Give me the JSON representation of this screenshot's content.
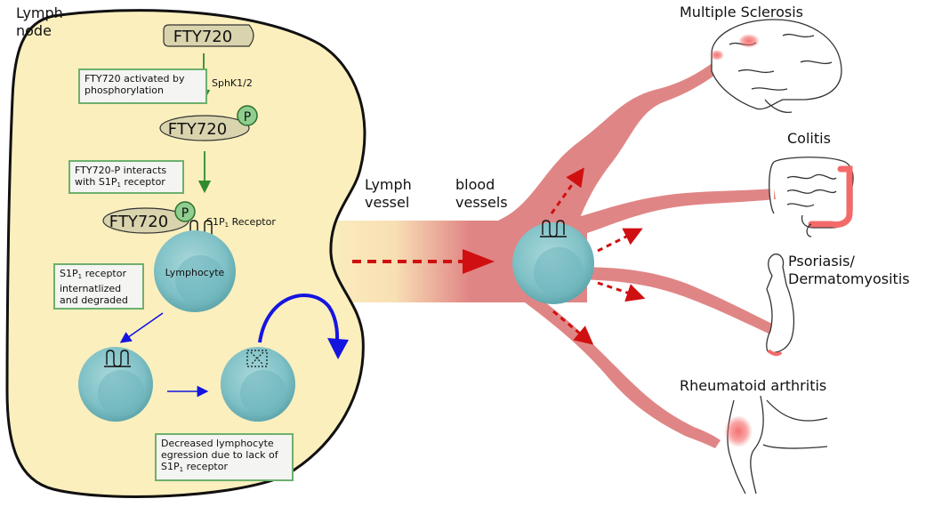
{
  "node_label": [
    "Lymph",
    "node"
  ],
  "drug": "FTY720",
  "phospho": "P",
  "enzyme": "SphK1/2",
  "receptor_label": "S1P",
  "receptor_sub": "1",
  "receptor_suffix": " Receptor",
  "lymphocyte_label": "Lymphocyte",
  "steps": {
    "step1": "FTY720 activated by phosphorylation",
    "step2_a": "FTY720-P interacts with S1P",
    "step2_sub": "1",
    "step2_b": " receptor",
    "step3_a": "S1P",
    "step3_sub": "1",
    "step3_b": " receptor internatlized and degraded",
    "step4_a": "Decreased lymphocyte egression due to lack of S1P",
    "step4_sub": "1",
    "step4_b": " receptor"
  },
  "lymph_vessel": [
    "Lymph",
    "vessel"
  ],
  "blood_vessels": [
    "blood",
    "vessels"
  ],
  "diseases": {
    "ms": "Multiple Sclerosis",
    "colitis": "Colitis",
    "psoriasis": [
      "Psoriasis/",
      "Dermatomyositis"
    ],
    "ra": "Rheumatoid arthritis"
  },
  "colors": {
    "node_fill": "#fbefbe",
    "blood": "#e08585",
    "cell": "#7fc1c6",
    "box_border": "#6db06d",
    "green_arrow": "#2e8b2e",
    "blue_arrow": "#1515e0",
    "red_arrow": "#d01010",
    "inflamed": "#f46a6a"
  }
}
